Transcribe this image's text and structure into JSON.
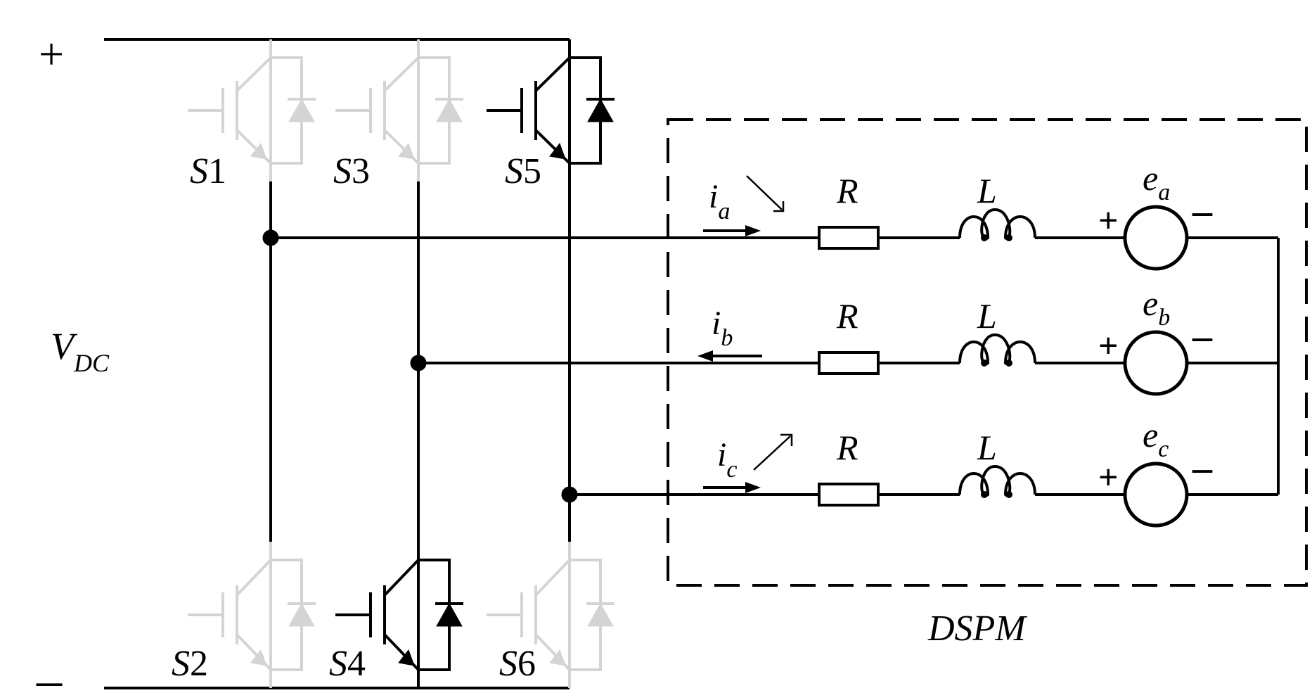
{
  "supply": {
    "plus_sign": "+",
    "minus_sign": "–",
    "voltage_main": "V",
    "voltage_sub": "DC"
  },
  "switches": [
    {
      "id": "S1",
      "letter": "S",
      "number": "1",
      "active": false
    },
    {
      "id": "S2",
      "letter": "S",
      "number": "2",
      "active": false
    },
    {
      "id": "S3",
      "letter": "S",
      "number": "3",
      "active": false
    },
    {
      "id": "S4",
      "letter": "S",
      "number": "4",
      "active": true
    },
    {
      "id": "S5",
      "letter": "S",
      "number": "5",
      "active": true
    },
    {
      "id": "S6",
      "letter": "S",
      "number": "6",
      "active": false
    }
  ],
  "phases": [
    {
      "current_main": "i",
      "current_sub": "a",
      "resistor": "R",
      "inductor": "L",
      "emf_main": "e",
      "emf_sub": "a",
      "emf_plus": "+",
      "emf_minus": "–",
      "current_direction": "right"
    },
    {
      "current_main": "i",
      "current_sub": "b",
      "resistor": "R",
      "inductor": "L",
      "emf_main": "e",
      "emf_sub": "b",
      "emf_plus": "+",
      "emf_minus": "–",
      "current_direction": "left"
    },
    {
      "current_main": "i",
      "current_sub": "c",
      "resistor": "R",
      "inductor": "L",
      "emf_main": "e",
      "emf_sub": "c",
      "emf_plus": "+",
      "emf_minus": "–",
      "current_direction": "right"
    }
  ],
  "motor_label": "DSPM",
  "colors": {
    "conducting": "#000000",
    "inactive": "#d4d4d4",
    "background": "#ffffff"
  }
}
